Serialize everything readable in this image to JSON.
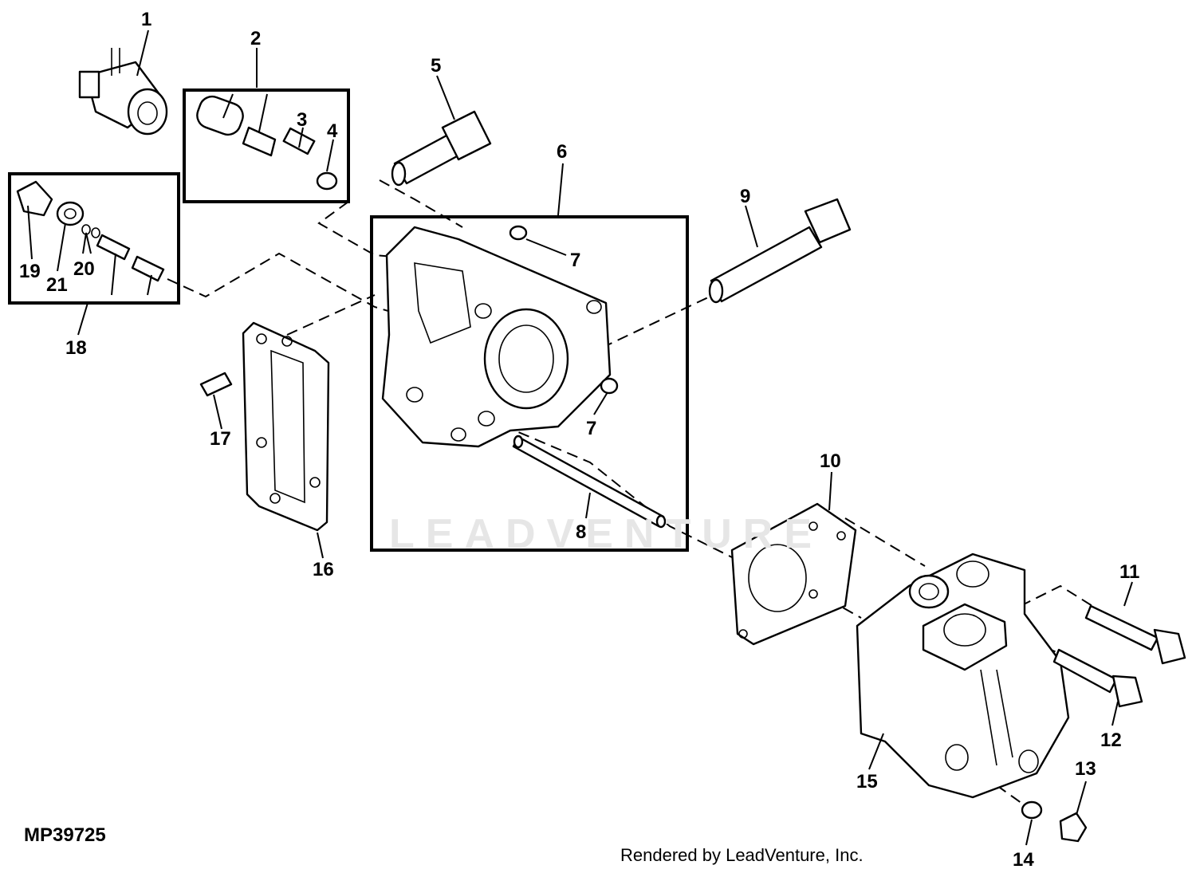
{
  "figure_id": "MP39725",
  "credit": "Rendered by LeadVenture, Inc.",
  "watermark": "LEADVENTURE",
  "callouts": {
    "c1": "1",
    "c2": "2",
    "c3": "3",
    "c4": "4",
    "c5": "5",
    "c6": "6",
    "c7a": "7",
    "c7b": "7",
    "c8": "8",
    "c9": "9",
    "c10": "10",
    "c11": "11",
    "c12": "12",
    "c13": "13",
    "c14": "14",
    "c15": "15",
    "c16": "16",
    "c17": "17",
    "c18": "18",
    "c19": "19",
    "c20": "20",
    "c21": "21"
  }
}
